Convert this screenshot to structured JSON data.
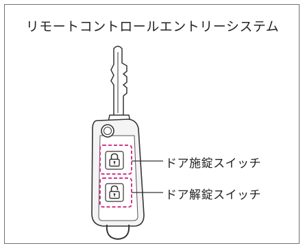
{
  "title": "リモートコントロールエントリーシステム",
  "callouts": {
    "lock_switch": "ドア施錠スイッチ",
    "unlock_switch": "ドア解錠スイッチ"
  },
  "colors": {
    "frame": "#6f6f6f",
    "key_stroke": "#333333",
    "dashed_highlight": "#d4358a",
    "key_body": "#f4f4f4"
  },
  "icons": {
    "lock_button": "locked-padlock-icon",
    "unlock_button": "unlocked-padlock-icon"
  }
}
